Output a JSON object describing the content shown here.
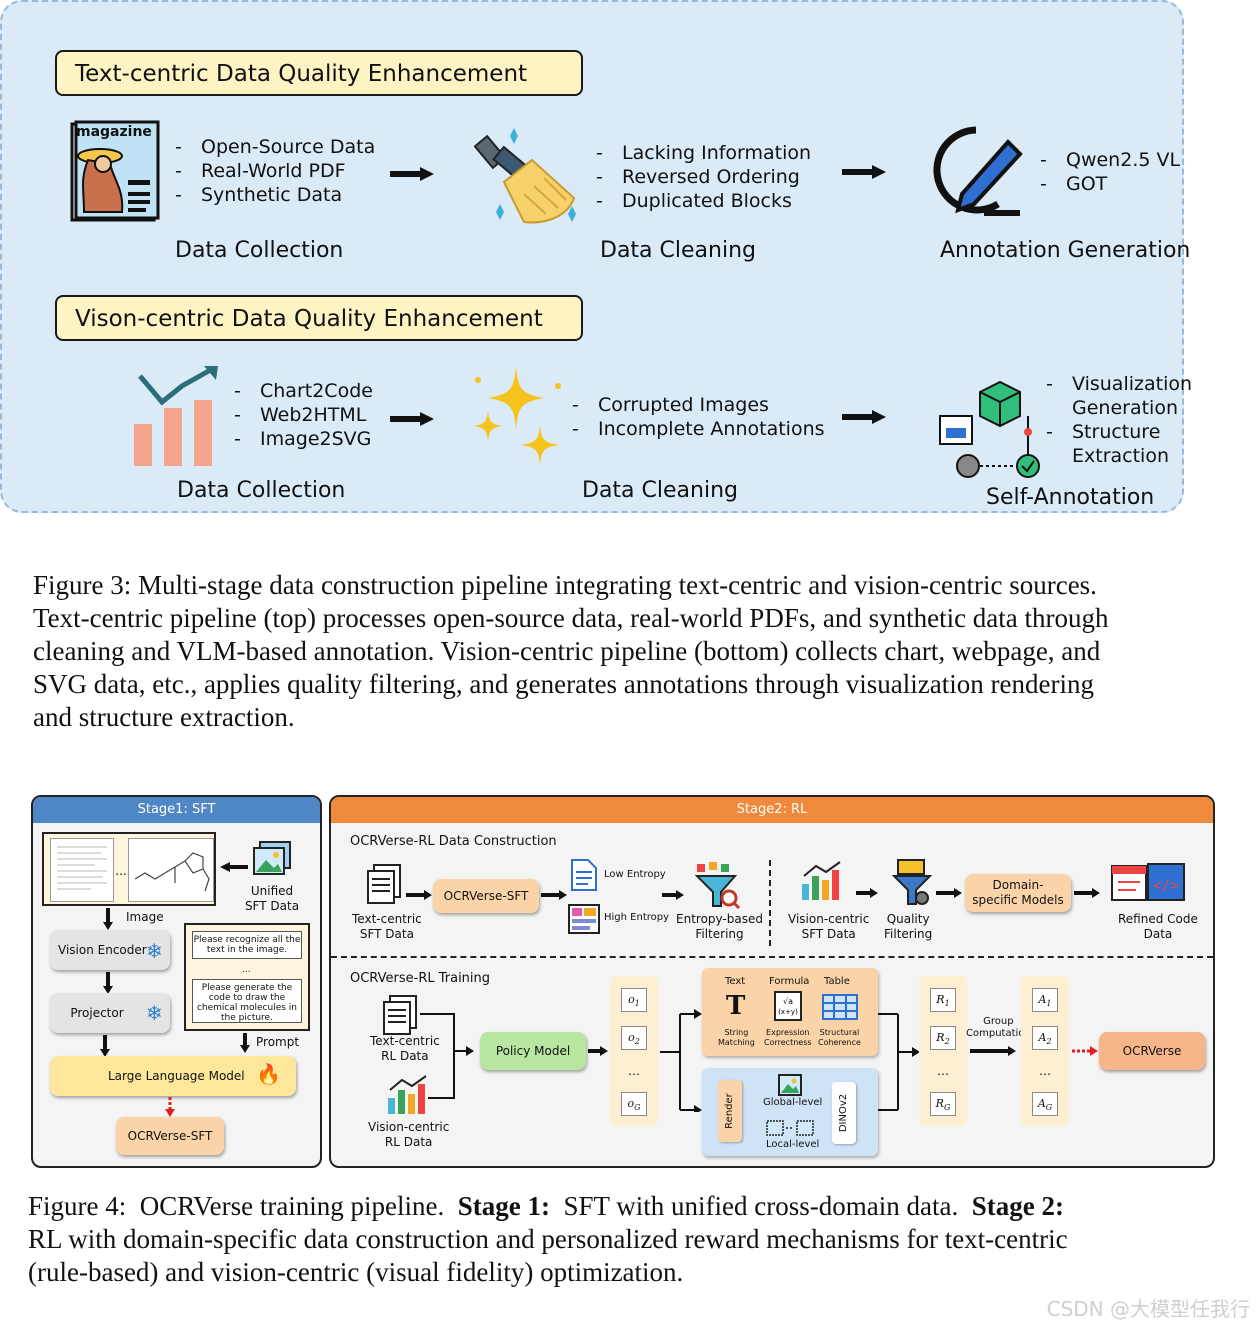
{
  "figure3": {
    "text_title": "Text-centric Data Quality Enhancement",
    "vision_title": "Vison-centric Data Quality Enhancement",
    "text_row": {
      "collection_icon_text": "magazine",
      "collection_items": [
        "Open-Source Data",
        "Real-World PDF",
        "Synthetic Data"
      ],
      "collection_label": "Data Collection",
      "cleaning_items": [
        "Lacking Information",
        "Reversed Ordering",
        "Duplicated Blocks"
      ],
      "cleaning_label": "Data Cleaning",
      "annotation_items": [
        "Qwen2.5 VL",
        "GOT"
      ],
      "annotation_label": "Annotation Generation"
    },
    "vision_row": {
      "collection_items": [
        "Chart2Code",
        "Web2HTML",
        "Image2SVG"
      ],
      "collection_label": "Data Collection",
      "cleaning_items": [
        "Corrupted Images",
        "Incomplete Annotations"
      ],
      "cleaning_label": "Data Cleaning",
      "annotation_items": [
        "Visualization",
        "Generation",
        "Structure",
        "Extraction"
      ],
      "annotation_label": "Self-Annotation"
    },
    "caption_lines": [
      "Figure 3: Multi-stage data construction pipeline integrating text-centric and vision-centric sources.",
      "Text-centric pipeline (top) processes open-source data, real-world PDFs, and synthetic data through",
      "cleaning and VLM-based annotation. Vision-centric pipeline (bottom) collects chart, webpage, and",
      "SVG data, etc., applies quality filtering, and generates annotations through visualization rendering",
      "and structure extraction."
    ]
  },
  "figure4": {
    "stage1": {
      "header": "Stage1: SFT",
      "ellipsis": "...",
      "unified_label": "Unified\nSFT Data",
      "image_label": "Image",
      "vision_encoder": "Vision Encoder",
      "projector": "Projector",
      "prompt_1": "Please recognize all the text in the image.",
      "prompt_ellipsis": "...",
      "prompt_2": "Please generate the code to draw the chemical molecules in the picture.",
      "prompt_label": "Prompt",
      "llm": "Large Language Model",
      "output": "OCRVerse-SFT"
    },
    "stage2": {
      "header": "Stage2: RL",
      "construction_title": "OCRVerse-RL Data Construction",
      "text_sft_data": "Text-centric\nSFT Data",
      "ocrverse_sft": "OCRVerse-SFT",
      "low_entropy": "Low Entropy",
      "high_entropy": "High Entropy",
      "entropy_filtering": "Entropy-based\nFiltering",
      "vision_sft_data": "Vision-centric\nSFT Data",
      "quality_filtering": "Quality\nFiltering",
      "domain_models": "Domain-\nspecific Models",
      "refined_code": "Refined Code\nData",
      "training_title": "OCRVerse-RL Training",
      "text_rl_data": "Text-centric\nRL Data",
      "vision_rl_data": "Vision-centric\nRL Data",
      "policy_model": "Policy Model",
      "o_labels": [
        "o",
        "o",
        "…",
        "o"
      ],
      "o_subs": [
        "1",
        "2",
        "",
        "G"
      ],
      "reward_headers": [
        "Text",
        "Formula",
        "Table"
      ],
      "reward_items": [
        "String\nMatching",
        "Expression\nCorrectness",
        "Structural\nCoherence"
      ],
      "render": "Render",
      "global_level": "Global-level",
      "local_level": "Local-level",
      "dino": "DINOv2",
      "r_labels": [
        "R",
        "R",
        "…",
        "R"
      ],
      "r_subs": [
        "1",
        "2",
        "",
        "G"
      ],
      "group_computation": "Group\nComputation",
      "a_labels": [
        "A",
        "A",
        "…",
        "A"
      ],
      "a_subs": [
        "1",
        "2",
        "",
        "G"
      ],
      "final": "OCRVerse"
    },
    "caption": {
      "p1": "Figure 4:  OCRVerse training pipeline.  ",
      "b1": "Stage 1:",
      "p2": "  SFT with unified cross-domain data.  ",
      "b2": "Stage 2:",
      "line2": "RL with domain-specific data construction and personalized reward mechanisms for text-centric",
      "line3": "(rule-based) and vision-centric (visual fidelity) optimization."
    }
  },
  "watermark": "CSDN @大模型任我行",
  "colors": {
    "stage1_head": "#4f86c6",
    "stage2_head": "#ef8a3c",
    "orange_box": "#fbd3a9",
    "green_box": "#b8e6a0",
    "yellow_box": "#fde79b",
    "panel_blue": "#dbeaf7"
  }
}
